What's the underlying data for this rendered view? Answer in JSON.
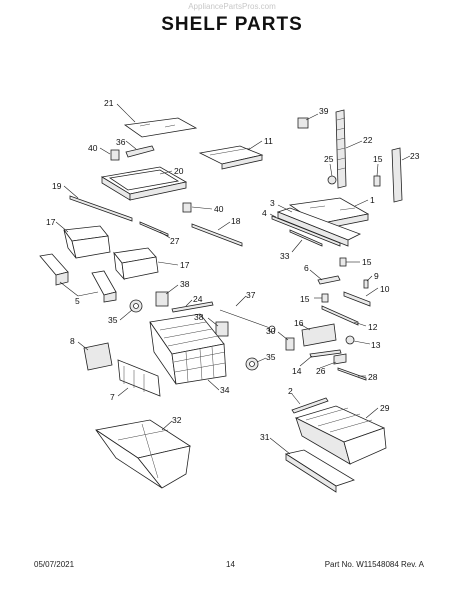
{
  "watermark": "AppliancePartsPros.com",
  "title": "SHELF PARTS",
  "footer": {
    "date": "05/07/2021",
    "page": "14",
    "part_no": "Part No. W11548084  Rev. A"
  },
  "callouts": {
    "c1": "1",
    "c2": "2",
    "c3": "3",
    "c4": "4",
    "c5": "5",
    "c6": "6",
    "c7": "7",
    "c8": "8",
    "c9": "9",
    "c10": "10",
    "c11": "11",
    "c12": "12",
    "c13": "13",
    "c14": "14",
    "c15a": "15",
    "c15b": "15",
    "c15c": "15",
    "c16": "16",
    "c17a": "17",
    "c17b": "17",
    "c18": "18",
    "c19": "19",
    "c20": "20",
    "c21": "21",
    "c22": "22",
    "c23": "23",
    "c24": "24",
    "c25": "25",
    "c26": "26",
    "c27": "27",
    "c28": "28",
    "c29": "29",
    "c30": "30",
    "c31": "31",
    "c32": "32",
    "c33": "33",
    "c34": "34",
    "c35a": "35",
    "c35b": "35",
    "c36": "36",
    "c37": "37",
    "c38a": "38",
    "c38b": "38",
    "c39": "39",
    "c40a": "40",
    "c40b": "40"
  }
}
